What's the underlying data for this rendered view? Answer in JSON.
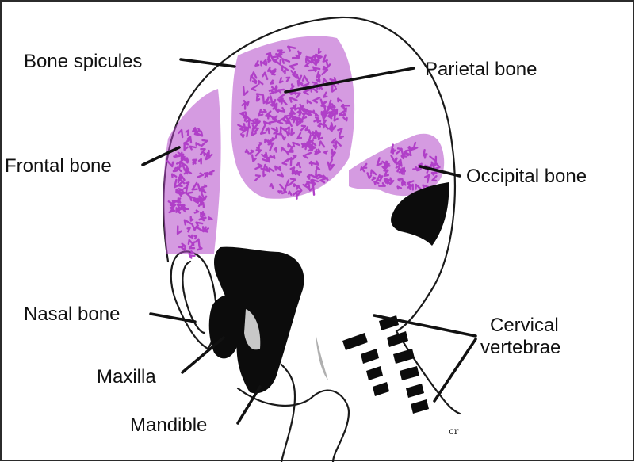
{
  "labels": {
    "bone_spicules": "Bone spicules",
    "parietal_bone": "Parietal bone",
    "frontal_bone": "Frontal bone",
    "occipital_bone": "Occipital bone",
    "nasal_bone": "Nasal bone",
    "cervical_line1": "Cervical",
    "cervical_line2": "vertebrae",
    "maxilla": "Maxilla",
    "mandible": "Mandible"
  },
  "signature": "cr",
  "colors": {
    "ossification": "#b03fc8",
    "outline": "#1a1a1a",
    "dense_bone": "#0c0c0c",
    "frame": "#2b2b2b"
  }
}
